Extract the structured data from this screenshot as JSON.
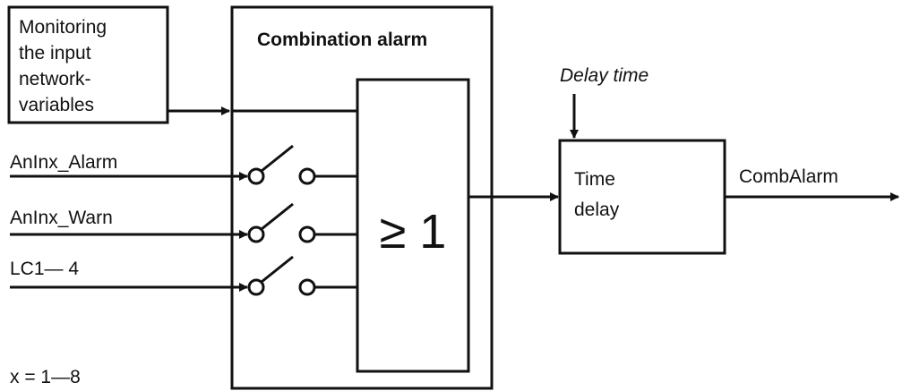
{
  "monitor_box": {
    "lines": [
      "Monitoring",
      "the input",
      "network-",
      "variables"
    ]
  },
  "combination_alarm": {
    "title": "Combination alarm"
  },
  "or_gate": {
    "label": "≥ 1"
  },
  "inputs": [
    {
      "label": "AnInx_Alarm"
    },
    {
      "label": "AnInx_Warn"
    },
    {
      "label": "LC1— 4"
    }
  ],
  "delay": {
    "label": "Delay time",
    "box_lines": [
      "Time",
      "delay"
    ]
  },
  "output": {
    "label": "CombAlarm"
  },
  "footnote": "x = 1—8",
  "colors": {
    "line": "#111111",
    "background": "#ffffff"
  }
}
